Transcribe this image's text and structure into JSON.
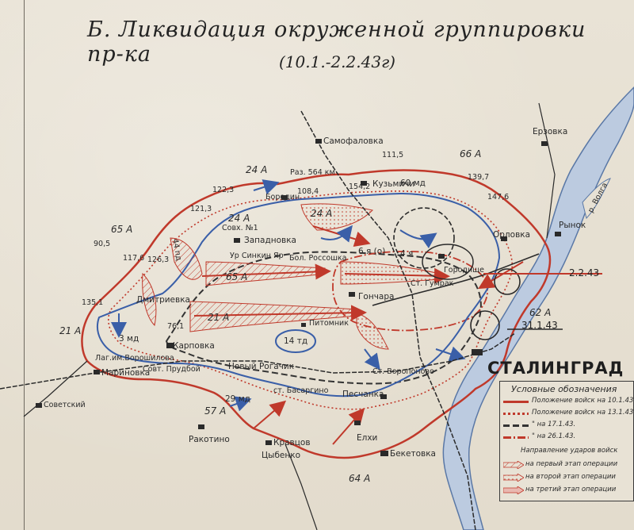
{
  "title": "Б. Ликвидация окруженной группировки пр-ка",
  "subtitle": "(10.1.-2.2.43г)",
  "city_label": "СТАЛИНГРАД",
  "dates": {
    "end": "2.2.43",
    "mid": "31.1.43"
  },
  "places": {
    "samofalovka": "Самофаловка",
    "erzovka": "Ерзовка",
    "kuzmichi": "Кузьмичи",
    "rynok": "Рынок",
    "orlovka": "Орловка",
    "borodin": "Бородин",
    "sovkh1": "Совх. №1",
    "zapadnovka": "Западновка",
    "ur_sinkin": "Ур Синкин Яр",
    "bolt_rossoshka": "Бол. Россошка",
    "gonchara": "Гончара",
    "pitomnik": "Питомник",
    "dmitrievka": "Дмитриевка",
    "karpovka": "Карповка",
    "lag_voroshilova": "Лаг.им.Ворошилова",
    "marinovka": "Мариновка",
    "sovt_prudboy": "Совт. Прудбой",
    "novy_rogachik": "Новый Рогачик",
    "st_basargino": "ст. Басаргино",
    "st_voroponovo": "Ст. Воропоново",
    "peschanka": "Песчанка",
    "sovetsky": "Советский",
    "rakotino": "Ракотино",
    "kravtsov": "Кравцов",
    "tsybenko": "Цыбенко",
    "elkhi": "Елхи",
    "beketovka": "Бекетовка",
    "st_gumrak": "Ст. Гумрак",
    "gorodishche": "Городище",
    "raz564": "Раз. 564 км",
    "volga": "р. Волга",
    "rzd": "Ст. Гумрак"
  },
  "heights": [
    "90,5",
    "117,6",
    "126,3",
    "135,1",
    "122,3",
    "121,3",
    "108,4",
    "154,2",
    "111,5",
    "139,7",
    "147,6",
    "76,1"
  ],
  "units": {
    "a66": "66 А",
    "a65": "65 А",
    "a65b": "65 А",
    "a24": "24 А",
    "a24b": "24 А",
    "a21": "21 А",
    "a21b": "21 А",
    "a57": "57 А",
    "a64": "64 А",
    "a62": "62 А",
    "a24c": "24 А",
    "d3md": "3 мд",
    "d14td": "14 тд",
    "d60md": "60 мд",
    "d44pd": "44 пд",
    "d29md": "29 мд",
    "d6ya": "6 я (о)",
    "d4ya": "4 я"
  },
  "legend": {
    "title": "Условные обозначения",
    "rows": [
      {
        "text": "Положение войск на 10.1.43.",
        "color": "#c0392b",
        "style": "solid"
      },
      {
        "text": "Положение войск на 13.1.43.",
        "color": "#c0392b",
        "style": "dotted"
      },
      {
        "text": "\"         на 17.1.43.",
        "color": "#333333",
        "style": "dashed"
      },
      {
        "text": "\"         на 26.1.43.",
        "color": "#c0392b",
        "style": "dashdot"
      }
    ],
    "directions_title": "Направление ударов войск",
    "arrows": [
      {
        "text": "на первый этап операции",
        "color": "#c0392b"
      },
      {
        "text": "на второй этап операции",
        "color": "#c0392b"
      },
      {
        "text": "на третий этап операции",
        "color": "#c0392b"
      }
    ]
  },
  "colors": {
    "red": "#c0392b",
    "blue": "#3a5fa8",
    "dark": "#2a2a2a",
    "river": "#8fa8c8"
  }
}
